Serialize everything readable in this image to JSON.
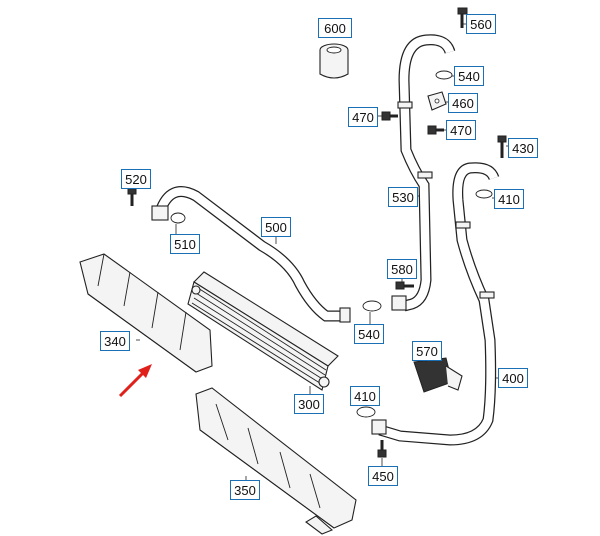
{
  "callouts": [
    {
      "id": "600",
      "label": "600"
    },
    {
      "id": "560",
      "label": "560"
    },
    {
      "id": "540a",
      "label": "540"
    },
    {
      "id": "460",
      "label": "460"
    },
    {
      "id": "470a",
      "label": "470"
    },
    {
      "id": "470b",
      "label": "470"
    },
    {
      "id": "430",
      "label": "430"
    },
    {
      "id": "520",
      "label": "520"
    },
    {
      "id": "530",
      "label": "530"
    },
    {
      "id": "410a",
      "label": "410"
    },
    {
      "id": "510",
      "label": "510"
    },
    {
      "id": "500",
      "label": "500"
    },
    {
      "id": "580",
      "label": "580"
    },
    {
      "id": "540b",
      "label": "540"
    },
    {
      "id": "340",
      "label": "340"
    },
    {
      "id": "570",
      "label": "570"
    },
    {
      "id": "400",
      "label": "400"
    },
    {
      "id": "300",
      "label": "300"
    },
    {
      "id": "410b",
      "label": "410"
    },
    {
      "id": "450",
      "label": "450"
    },
    {
      "id": "350",
      "label": "350"
    }
  ],
  "colors": {
    "callout_border": "#1a6fb5",
    "arrow": "#e0201b",
    "line": "#222222"
  }
}
